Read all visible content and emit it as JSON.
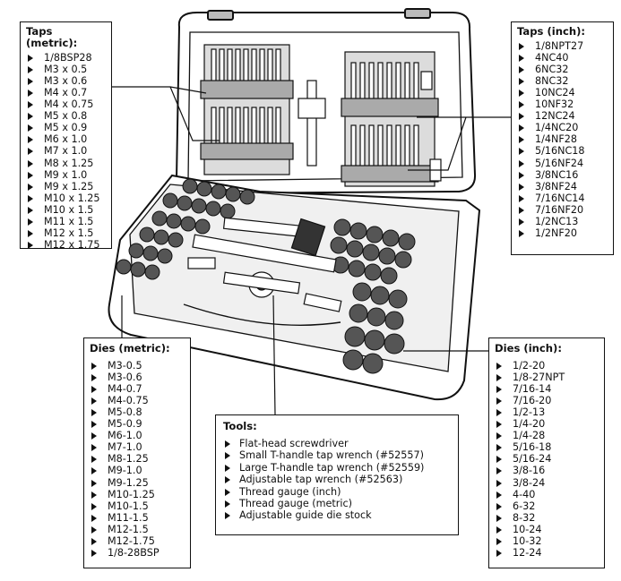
{
  "taps_metric": {
    "title": "Taps (metric):",
    "items": [
      "1/8BSP28",
      "M3 x 0.5",
      "M3 x 0.6",
      "M4 x 0.7",
      "M4 x 0.75",
      "M5 x 0.8",
      "M5 x 0.9",
      "M6 x 1.0",
      "M7 x 1.0",
      "M8 x 1.25",
      "M9 x 1.0",
      "M9 x 1.25",
      "M10 x 1.25",
      "M10 x 1.5",
      "M11 x 1.5",
      "M12 x 1.5",
      "M12 x 1.75"
    ]
  },
  "taps_inch": {
    "title": "Taps (inch):",
    "items": [
      "1/8NPT27",
      "4NC40",
      "6NC32",
      "8NC32",
      "10NC24",
      "10NF32",
      "12NC24",
      "1/4NC20",
      "1/4NF28",
      "5/16NC18",
      "5/16NF24",
      "3/8NC16",
      "3/8NF24",
      "7/16NC14",
      "7/16NF20",
      "1/2NC13",
      "1/2NF20"
    ]
  },
  "dies_metric": {
    "title": "Dies (metric):",
    "items": [
      "M3-0.5",
      "M3-0.6",
      "M4-0.7",
      "M4-0.75",
      "M5-0.8",
      "M5-0.9",
      "M6-1.0",
      "M7-1.0",
      "M8-1.25",
      "M9-1.0",
      "M9-1.25",
      "M10-1.25",
      "M10-1.5",
      "M11-1.5",
      "M12-1.5",
      "M12-1.75",
      "1/8-28BSP"
    ]
  },
  "tools": {
    "title": "Tools:",
    "items": [
      "Flat-head screwdriver",
      "Small T-handle tap wrench (#52557)",
      "Large T-handle tap wrench (#52559)",
      "Adjustable tap wrench (#52563)",
      "Thread gauge (inch)",
      "Thread gauge (metric)",
      "Adjustable guide die stock"
    ]
  },
  "dies_inch": {
    "title": "Dies (inch):",
    "items": [
      "1/2-20",
      "1/8-27NPT",
      "7/16-14",
      "7/16-20",
      "1/2-13",
      "1/4-20",
      "1/4-28",
      "5/16-18",
      "5/16-24",
      "3/8-16",
      "3/8-24",
      "4-40",
      "6-32",
      "8-32",
      "10-24",
      "10-32",
      "12-24"
    ]
  },
  "colors": {
    "line": "#111111",
    "tray": "#dcdcdc",
    "die": "#555555",
    "case": "#ffffff"
  }
}
